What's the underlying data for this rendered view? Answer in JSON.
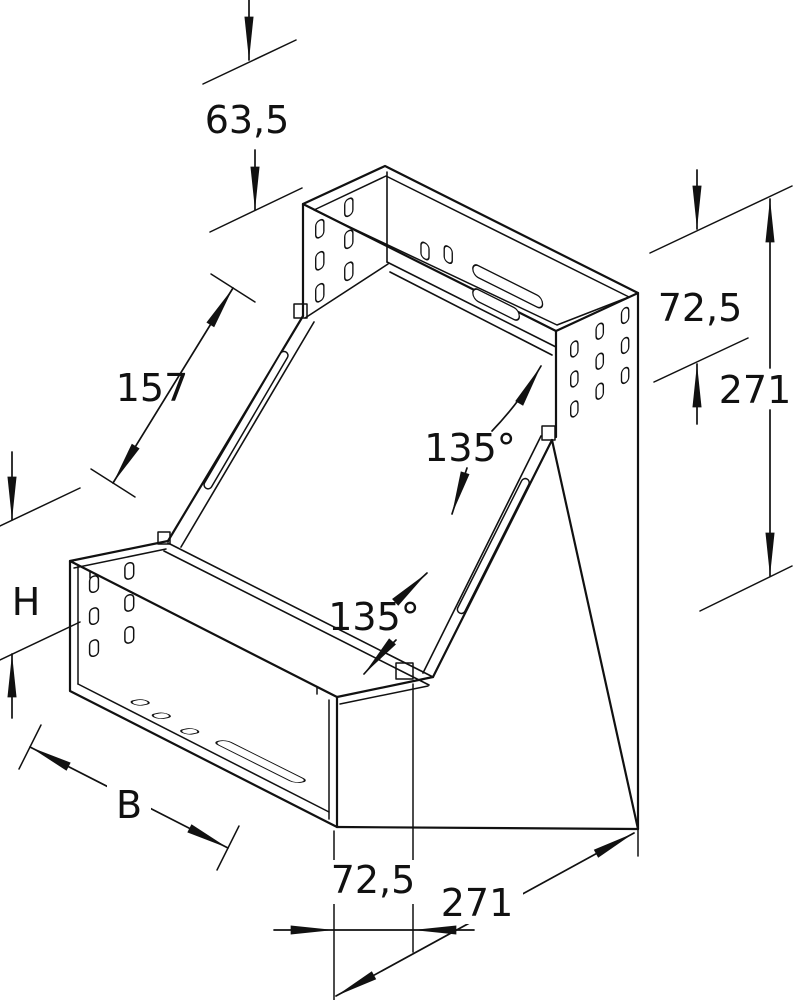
{
  "labels": {
    "top_rail_height": "63,5",
    "incline_length": "157",
    "upper_angle": "135°",
    "lower_angle": "135°",
    "right_rail_height": "72,5",
    "overall_height_right": "271",
    "side_height": "H",
    "width": "B",
    "bottom_offset": "72,5",
    "overall_depth_bottom": "271"
  },
  "colors": {
    "line": "#111111",
    "background": "#ffffff"
  }
}
